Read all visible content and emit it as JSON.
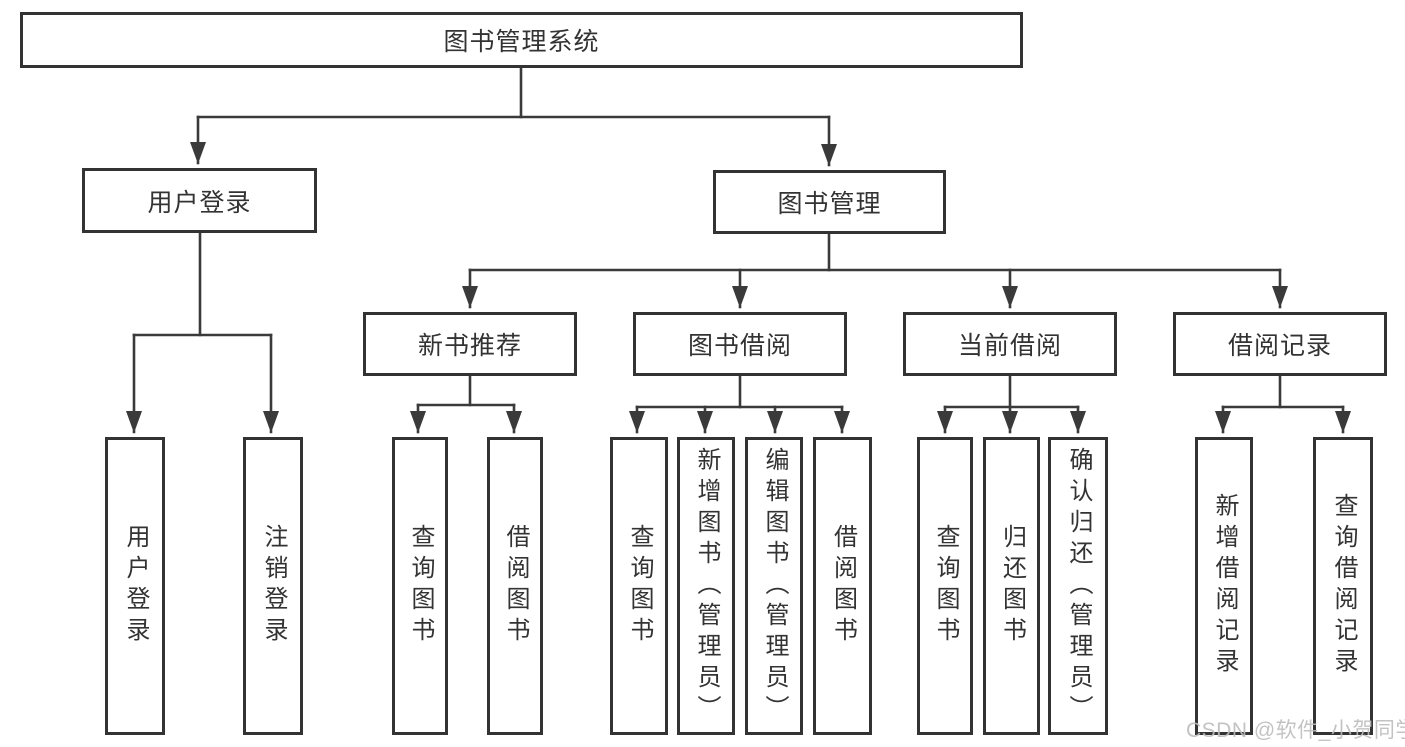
{
  "diagram": {
    "root": {
      "label": "图书管理系统"
    },
    "branches": [
      {
        "label": "用户登录",
        "children": [
          {
            "label": "用户登录"
          },
          {
            "label": "注销登录"
          }
        ]
      },
      {
        "label": "图书管理",
        "children": [
          {
            "label": "新书推荐",
            "children": [
              {
                "label": "查询图书"
              },
              {
                "label": "借阅图书"
              }
            ]
          },
          {
            "label": "图书借阅",
            "children": [
              {
                "label": "查询图书"
              },
              {
                "label": "新增图书（管理员）"
              },
              {
                "label": "编辑图书（管理员）"
              },
              {
                "label": "借阅图书"
              }
            ]
          },
          {
            "label": "当前借阅",
            "children": [
              {
                "label": "查询图书"
              },
              {
                "label": "归还图书"
              },
              {
                "label": "确认归还（管理员）"
              }
            ]
          },
          {
            "label": "借阅记录",
            "children": [
              {
                "label": "新增借阅记录"
              },
              {
                "label": "查询借阅记录"
              }
            ]
          }
        ]
      }
    ]
  },
  "watermark": {
    "text": "CSDN @软件_小贺同学"
  },
  "colors": {
    "line": "#3a3a3a",
    "border": "#333333",
    "text": "#333333",
    "watermark": "#bdbdbd",
    "background": "#ffffff"
  }
}
